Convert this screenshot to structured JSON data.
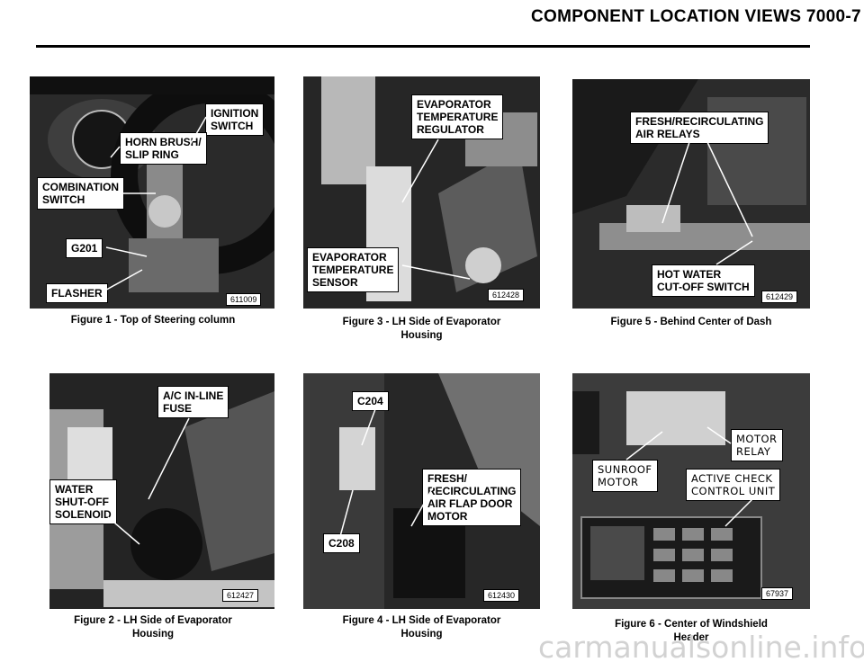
{
  "header": {
    "title": "COMPONENT LOCATION VIEWS    7000-7"
  },
  "figures": [
    {
      "id": "fig1",
      "caption": "Figure 1 - Top of Steering column",
      "photo_number": "611009",
      "labels": [
        "IGNITION\nSWITCH",
        "HORN BRUSH/\nSLIP RING",
        "COMBINATION\nSWITCH",
        "G201",
        "FLASHER"
      ]
    },
    {
      "id": "fig3",
      "caption": "Figure 3 - LH Side of Evaporator\nHousing",
      "photo_number": "612428",
      "labels": [
        "EVAPORATOR\nTEMPERATURE\nREGULATOR",
        "EVAPORATOR\nTEMPERATURE\nSENSOR"
      ]
    },
    {
      "id": "fig5",
      "caption": "Figure 5 - Behind Center of Dash",
      "photo_number": "612429",
      "labels": [
        "FRESH/RECIRCULATING\nAIR RELAYS",
        "HOT WATER\nCUT-OFF SWITCH"
      ]
    },
    {
      "id": "fig2",
      "caption": "Figure 2 - LH Side of Evaporator\nHousing",
      "photo_number": "612427",
      "labels": [
        "A/C IN-LINE\nFUSE",
        "WATER\nSHUT-OFF\nSOLENOID"
      ]
    },
    {
      "id": "fig4",
      "caption": "Figure 4 - LH Side of Evaporator\nHousing",
      "photo_number": "612430",
      "labels": [
        "C204",
        "FRESH/\nRECIRCULATING\nAIR FLAP DOOR\nMOTOR",
        "C208"
      ]
    },
    {
      "id": "fig6",
      "caption": "Figure 6 - Center of Windshield\nHeader",
      "photo_number": "67937",
      "labels": [
        "MOTOR\nRELAY",
        "SUNROOF\nMOTOR",
        "ACTIVE CHECK\nCONTROL UNIT"
      ]
    }
  ],
  "watermark": "carmanualsonline.info"
}
